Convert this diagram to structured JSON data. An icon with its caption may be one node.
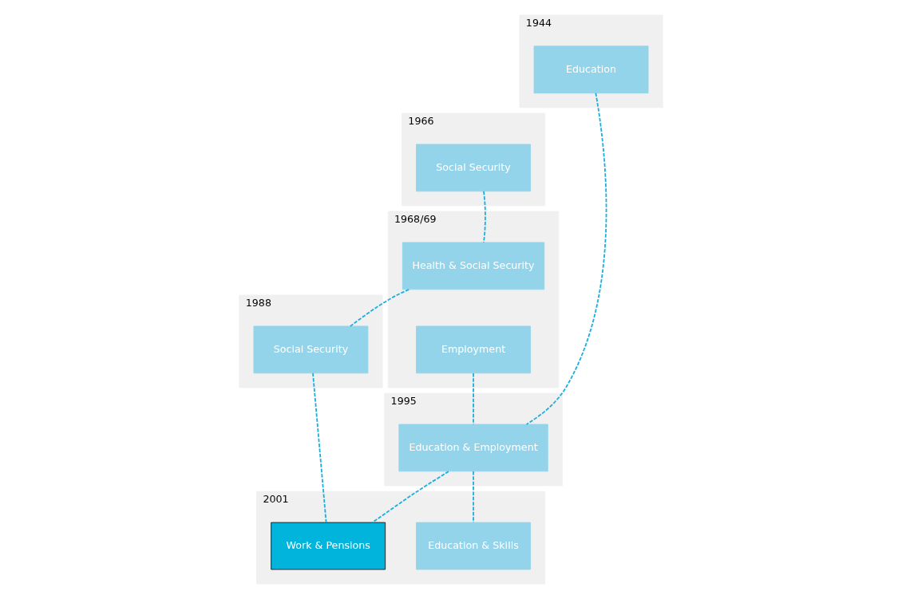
{
  "diagram": {
    "nodes": [
      {
        "text": [
          "1944"
        ]
      },
      {
        "text": [
          "Education"
        ],
        "in": 0
      },
      {
        "text": [
          "1966"
        ]
      },
      {
        "text": [
          "Social Security"
        ],
        "in": 2
      },
      {
        "text": [
          "1968/69"
        ]
      },
      {
        "text": [
          "Health & Social Security"
        ],
        "in": 4
      },
      {
        "text": [
          "Employment"
        ],
        "in": 4
      },
      {
        "text": [
          "1988"
        ]
      },
      {
        "text": [
          "Social Security"
        ],
        "in": 7
      },
      {
        "text": [
          "1995"
        ]
      },
      {
        "text": [
          "Education & Employment"
        ],
        "in": 9
      },
      {
        "text": [
          "2001"
        ]
      },
      {
        "text": [
          "Work & Pensions"
        ],
        "in": 11
      },
      {
        "text": [
          "Education & Skills"
        ],
        "in": 11
      }
    ],
    "edges": [
      {
        "from": 3,
        "to": 5,
        "arrow": "none",
        "style": "dashed"
      },
      {
        "from": 5,
        "to": 8,
        "arrow": "none",
        "style": "dashed"
      },
      {
        "from": 8,
        "to": 12,
        "arrow": "none",
        "style": "dashed"
      },
      {
        "from": 6,
        "to": 10,
        "arrow": "none",
        "style": "dashed"
      },
      {
        "from": 1,
        "to": 10,
        "arrow": "none",
        "style": "dashed"
      },
      {
        "from": 10,
        "to": 12,
        "arrow": "none",
        "style": "dashed"
      },
      {
        "from": 10,
        "to": 13,
        "arrow": "none",
        "style": "dashed"
      }
    ]
  }
}
